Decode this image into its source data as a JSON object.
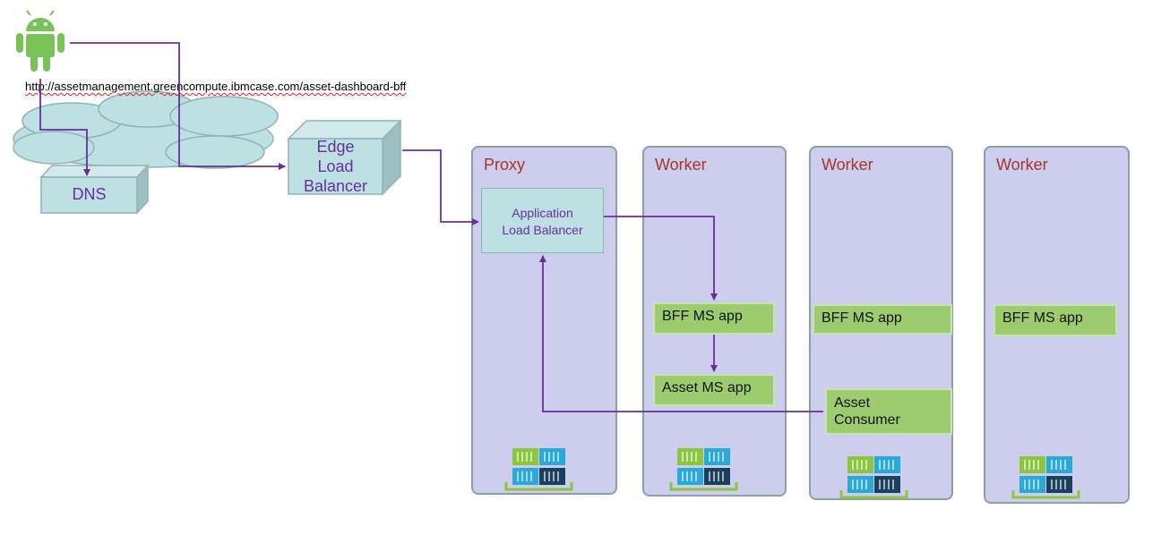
{
  "url": "http://assetmanagement.greencompute.ibmcase.com/asset-dashboard-bff",
  "dns": {
    "label": "DNS"
  },
  "edge_lb": {
    "line1": "Edge",
    "line2": "Load",
    "line3": "Balancer"
  },
  "proxy": {
    "title": "Proxy",
    "alb_line1": "Application",
    "alb_line2": "Load Balancer"
  },
  "workers": [
    {
      "title": "Worker",
      "bff": "BFF MS app",
      "asset": "Asset MS app"
    },
    {
      "title": "Worker",
      "bff": "BFF MS app",
      "consumer_line1": "Asset",
      "consumer_line2": "Consumer"
    },
    {
      "title": "Worker",
      "bff": "BFF MS app"
    }
  ],
  "icons": [
    "android-icon",
    "cloud-icon",
    "container-stack-icon"
  ],
  "colors": {
    "node_fill": "#cdcdee",
    "node_title": "#a8332b",
    "app_green": "#9dcc6e",
    "box_teal": "#bde0e3",
    "arrow_purple": "#6a2da0",
    "android_green": "#78c257"
  }
}
